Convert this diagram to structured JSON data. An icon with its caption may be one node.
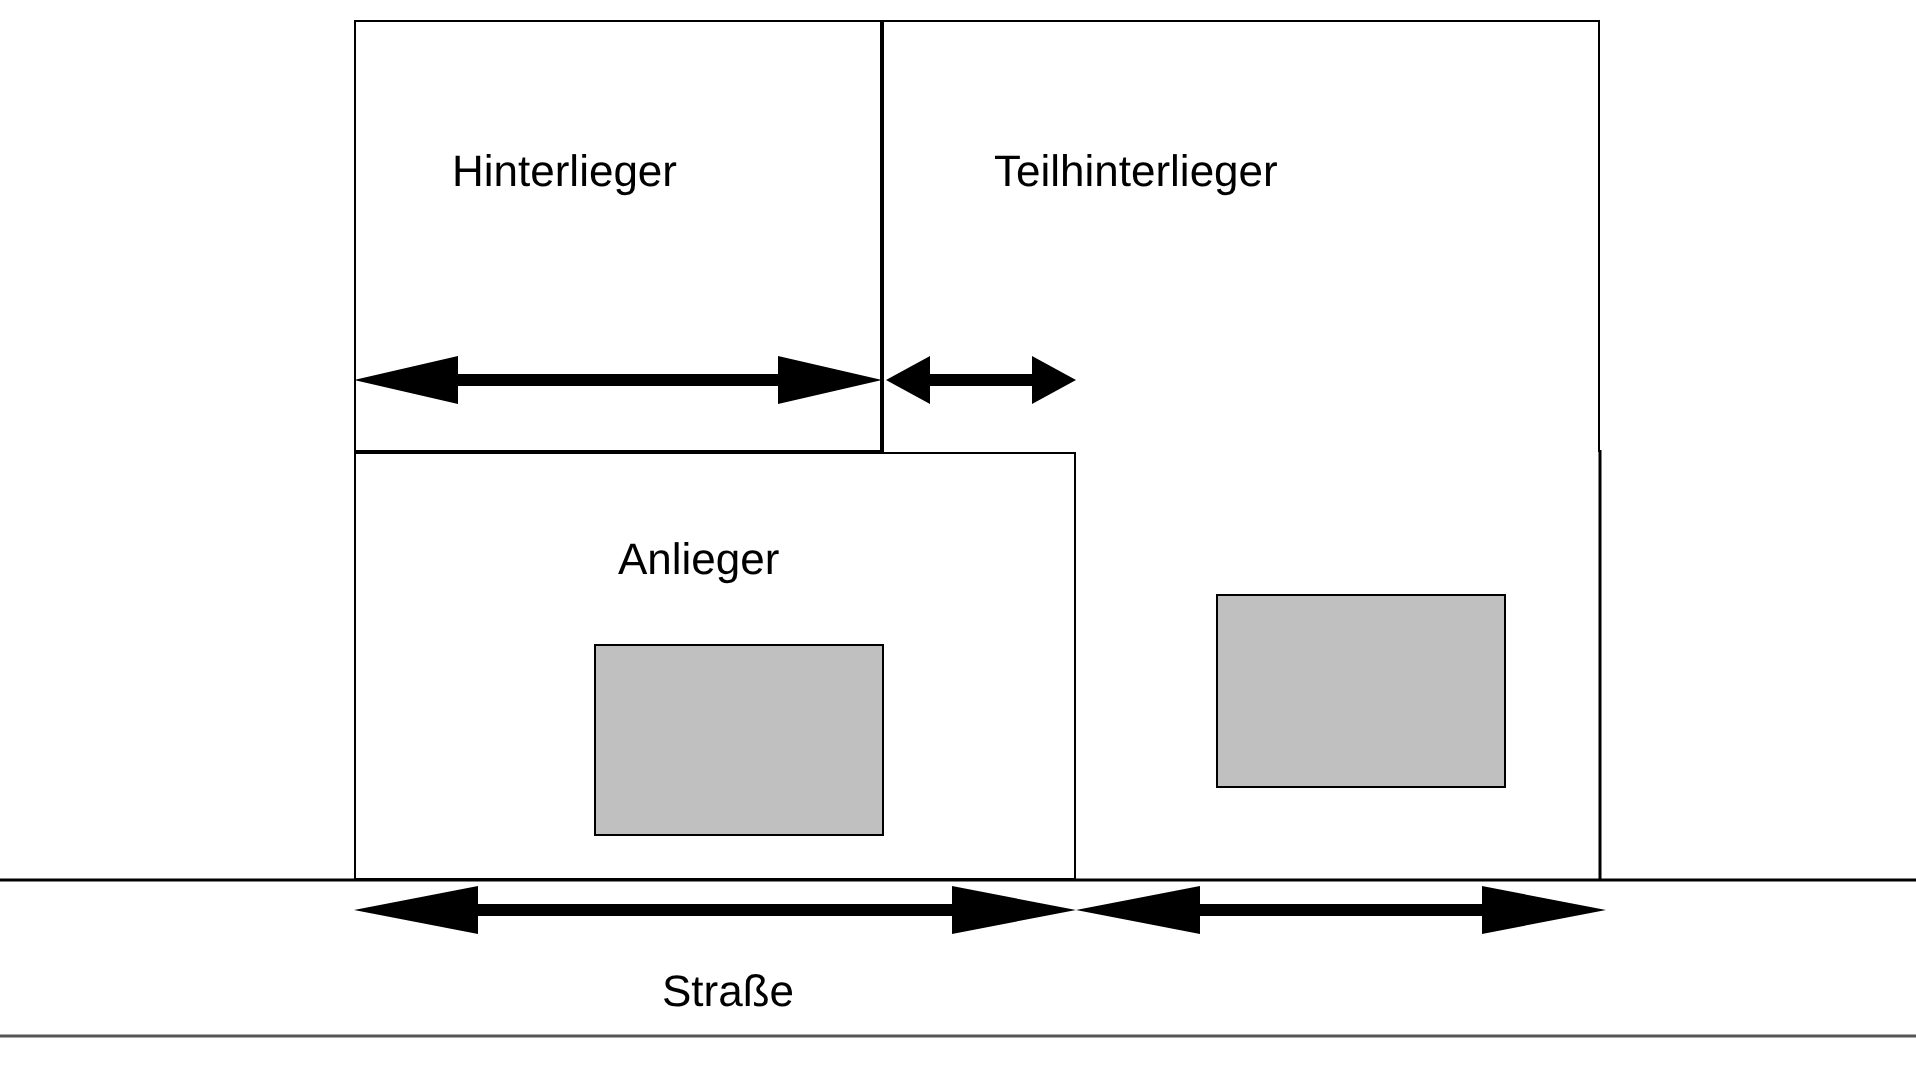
{
  "diagram": {
    "nodes": [
      {
        "text": [
          "Hinterlieger"
        ]
      },
      {
        "text": [
          "Teilhinterlieger"
        ]
      },
      {
        "text": [
          "Anlieger"
        ]
      },
      {
        "text": [],
        "shape": "box",
        "in": 2
      },
      {
        "text": [],
        "shape": "box"
      }
    ],
    "labels": [
      "Straße"
    ]
  }
}
